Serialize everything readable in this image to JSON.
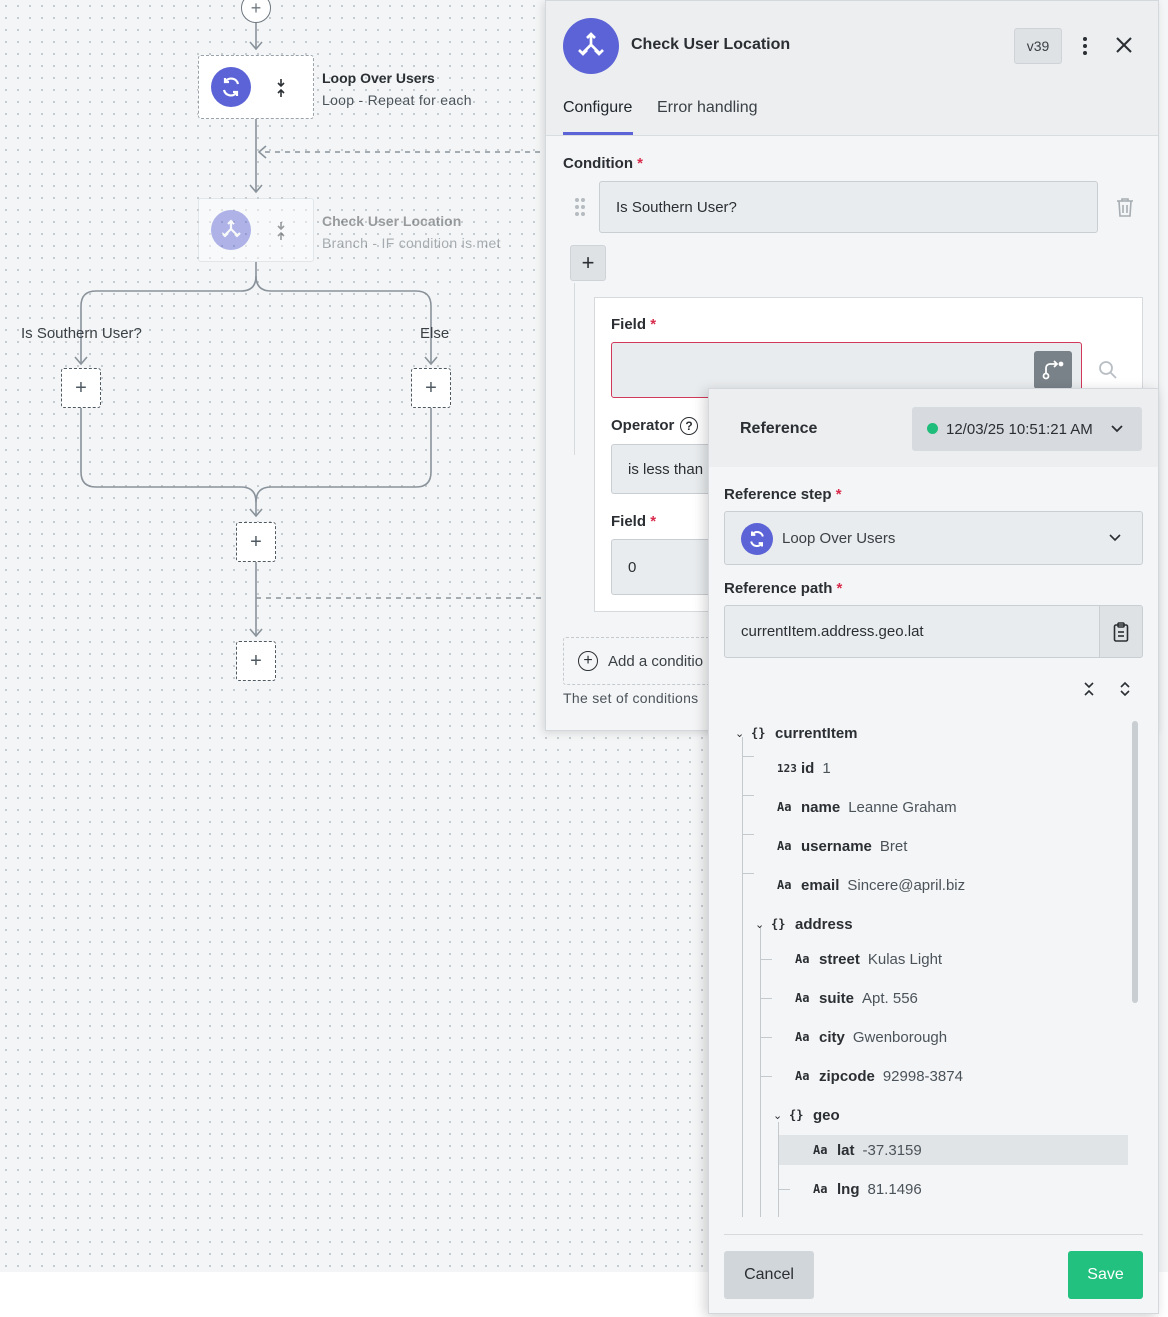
{
  "canvas": {
    "nodes": [
      {
        "title": "Loop Over Users",
        "subtitle": "Loop - Repeat for each"
      },
      {
        "title": "Check User Location",
        "subtitle": "Branch - IF condition is met"
      }
    ],
    "branches": [
      "Is Southern User?",
      "Else"
    ]
  },
  "panel": {
    "title": "Check User Location",
    "version": "v39",
    "tabs": [
      "Configure",
      "Error handling"
    ],
    "condition_label": "Condition",
    "condition_value": "Is Southern User?",
    "field_label": "Field",
    "field_value": "",
    "operator_label": "Operator",
    "operator_value": "is less than",
    "field2_label": "Field",
    "field2_value": "0",
    "add_condition": "Add a conditio",
    "hint": "The set of conditions",
    "required_mark": "*"
  },
  "reference": {
    "title": "Reference",
    "timestamp": "12/03/25 10:51:21 AM",
    "step_label": "Reference step",
    "step_value": "Loop Over Users",
    "path_label": "Reference path",
    "path_value": "currentItem.address.geo.lat",
    "tree": {
      "root": "currentItem",
      "id_key": "id",
      "id_val": "1",
      "name_key": "name",
      "name_val": "Leanne Graham",
      "username_key": "username",
      "username_val": "Bret",
      "email_key": "email",
      "email_val": "Sincere@april.biz",
      "address_key": "address",
      "street_key": "street",
      "street_val": "Kulas Light",
      "suite_key": "suite",
      "suite_val": "Apt. 556",
      "city_key": "city",
      "city_val": "Gwenborough",
      "zipcode_key": "zipcode",
      "zipcode_val": "92998-3874",
      "geo_key": "geo",
      "lat_key": "lat",
      "lat_val": "-37.3159",
      "lng_key": "lng",
      "lng_val": "81.1496",
      "type_obj": "{}",
      "type_num": "123",
      "type_str": "Aa"
    },
    "cancel": "Cancel",
    "save": "Save"
  },
  "colors": {
    "accent": "#5b63d6",
    "save": "#22c17f",
    "status_dot": "#1fbd7b",
    "error": "#d2385a"
  }
}
